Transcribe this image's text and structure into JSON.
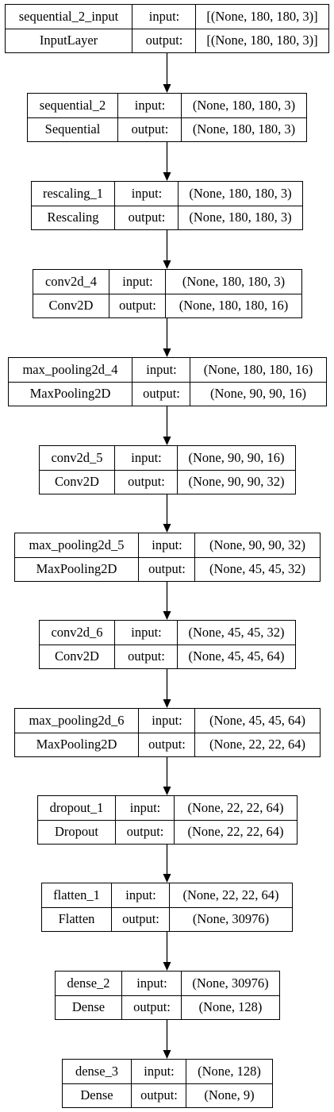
{
  "layers": [
    {
      "name": "sequential_2_input",
      "type": "InputLayer",
      "input_label": "input:",
      "output_label": "output:",
      "input_shape": "[(None, 180, 180, 3)]",
      "output_shape": "[(None, 180, 180, 3)]"
    },
    {
      "name": "sequential_2",
      "type": "Sequential",
      "input_label": "input:",
      "output_label": "output:",
      "input_shape": "(None, 180, 180, 3)",
      "output_shape": "(None, 180, 180, 3)"
    },
    {
      "name": "rescaling_1",
      "type": "Rescaling",
      "input_label": "input:",
      "output_label": "output:",
      "input_shape": "(None, 180, 180, 3)",
      "output_shape": "(None, 180, 180, 3)"
    },
    {
      "name": "conv2d_4",
      "type": "Conv2D",
      "input_label": "input:",
      "output_label": "output:",
      "input_shape": "(None, 180, 180, 3)",
      "output_shape": "(None, 180, 180, 16)"
    },
    {
      "name": "max_pooling2d_4",
      "type": "MaxPooling2D",
      "input_label": "input:",
      "output_label": "output:",
      "input_shape": "(None, 180, 180, 16)",
      "output_shape": "(None, 90, 90, 16)"
    },
    {
      "name": "conv2d_5",
      "type": "Conv2D",
      "input_label": "input:",
      "output_label": "output:",
      "input_shape": "(None, 90, 90, 16)",
      "output_shape": "(None, 90, 90, 32)"
    },
    {
      "name": "max_pooling2d_5",
      "type": "MaxPooling2D",
      "input_label": "input:",
      "output_label": "output:",
      "input_shape": "(None, 90, 90, 32)",
      "output_shape": "(None, 45, 45, 32)"
    },
    {
      "name": "conv2d_6",
      "type": "Conv2D",
      "input_label": "input:",
      "output_label": "output:",
      "input_shape": "(None, 45, 45, 32)",
      "output_shape": "(None, 45, 45, 64)"
    },
    {
      "name": "max_pooling2d_6",
      "type": "MaxPooling2D",
      "input_label": "input:",
      "output_label": "output:",
      "input_shape": "(None, 45, 45, 64)",
      "output_shape": "(None, 22, 22, 64)"
    },
    {
      "name": "dropout_1",
      "type": "Dropout",
      "input_label": "input:",
      "output_label": "output:",
      "input_shape": "(None, 22, 22, 64)",
      "output_shape": "(None, 22, 22, 64)"
    },
    {
      "name": "flatten_1",
      "type": "Flatten",
      "input_label": "input:",
      "output_label": "output:",
      "input_shape": "(None, 22, 22, 64)",
      "output_shape": "(None, 30976)"
    },
    {
      "name": "dense_2",
      "type": "Dense",
      "input_label": "input:",
      "output_label": "output:",
      "input_shape": "(None, 30976)",
      "output_shape": "(None, 128)"
    },
    {
      "name": "dense_3",
      "type": "Dense",
      "input_label": "input:",
      "output_label": "output:",
      "input_shape": "(None, 128)",
      "output_shape": "(None, 9)"
    }
  ]
}
